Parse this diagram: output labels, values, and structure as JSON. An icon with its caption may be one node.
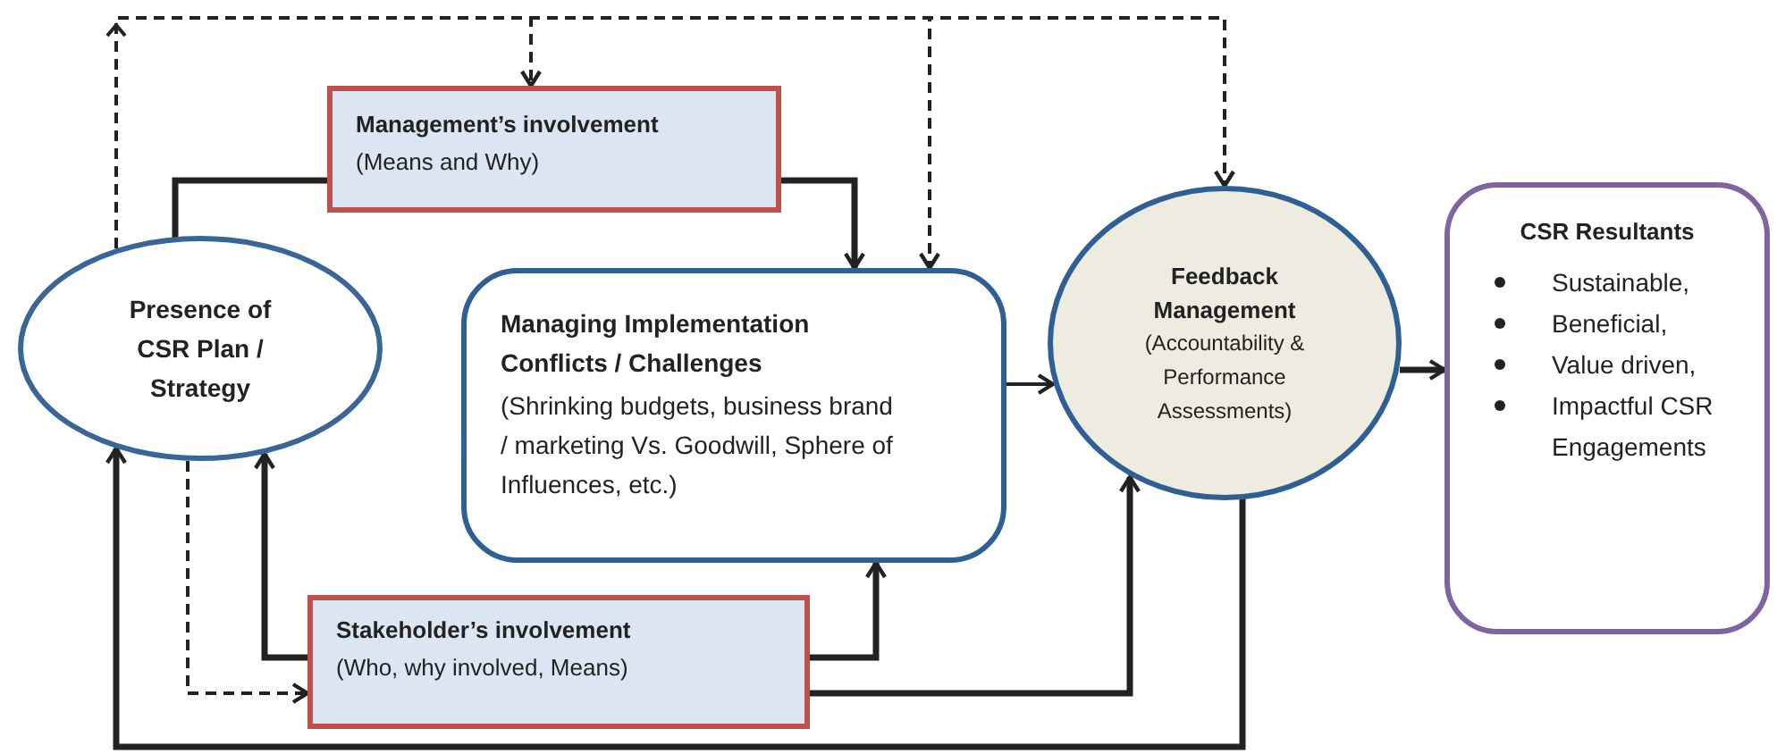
{
  "diagram": {
    "nodes": [
      {
        "text": [
          "Presence of CSR Plan / Strategy"
        ]
      },
      {
        "text": [
          "Management’s involvement",
          "(Means and Why)"
        ]
      },
      {
        "text": [
          "Managing Implementation Conflicts / Challenges",
          "(Shrinking budgets, business brand / marketing Vs. Goodwill, Sphere of Influences, etc.)"
        ]
      },
      {
        "text": [
          "Feedback Management",
          "(Accountability & Performance Assessments)"
        ]
      },
      {
        "text": [
          "CSR Resultants",
          "Sustainable,",
          "Beneficial,",
          "Value driven,",
          "Impactful CSR Engagements"
        ]
      },
      {
        "text": [
          "Stakeholder’s involvement",
          "(Who, why involved, Means)"
        ]
      }
    ],
    "edges": [
      {
        "from": 0,
        "to": 1,
        "arrow": "none"
      },
      {
        "from": 1,
        "to": 2,
        "arrow": "to"
      },
      {
        "from": 0,
        "to": 1,
        "arrow": "to",
        "style": "dashed"
      },
      {
        "from": 0,
        "to": 2,
        "arrow": "to",
        "style": "dashed"
      },
      {
        "from": 0,
        "to": 3,
        "arrow": "to",
        "style": "dashed"
      },
      {
        "from": 0,
        "to": 5,
        "arrow": "to",
        "style": "dashed"
      },
      {
        "from": 5,
        "to": 0,
        "arrow": "to"
      },
      {
        "from": 5,
        "to": 2,
        "arrow": "to"
      },
      {
        "from": 5,
        "to": 3,
        "arrow": "to"
      },
      {
        "from": 3,
        "to": 0,
        "arrow": "to"
      },
      {
        "from": 2,
        "to": 3,
        "arrow": "to"
      },
      {
        "from": 3,
        "to": 4,
        "arrow": "to"
      }
    ]
  }
}
